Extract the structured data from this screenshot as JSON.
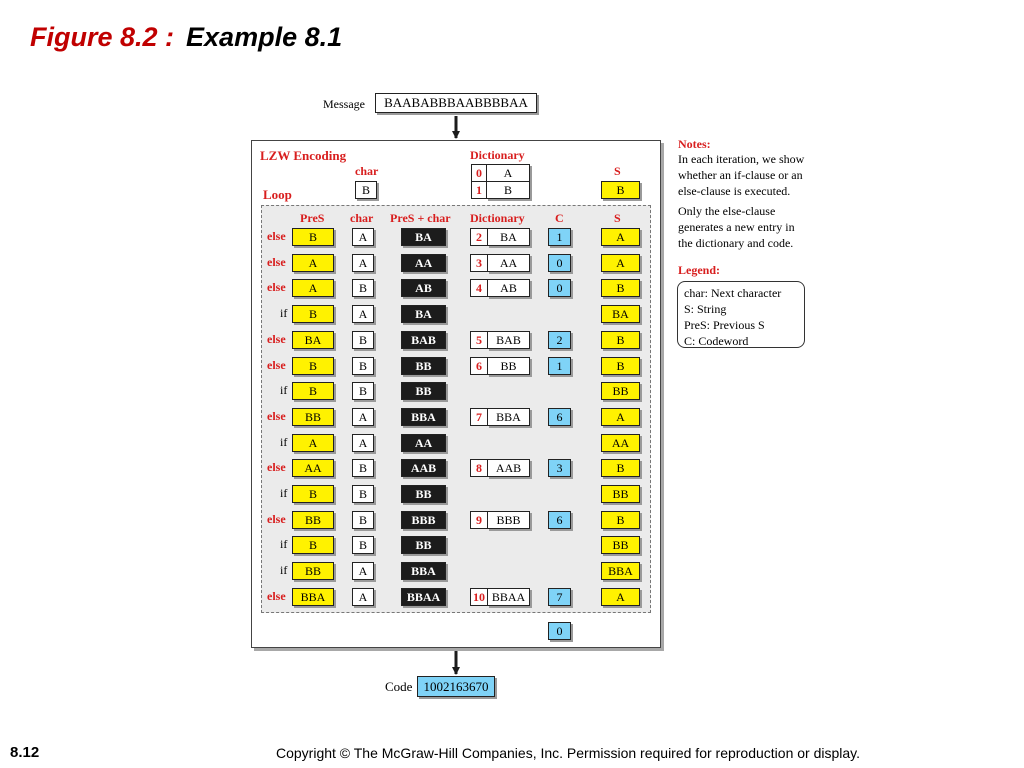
{
  "slide": {
    "title_part1": "Figure 8.2 :",
    "title_part2": "Example 8.1",
    "number": "8.12",
    "copyright": "Copyright © The McGraw-Hill Companies, Inc. Permission required for reproduction or display."
  },
  "diagram": {
    "message_label": "Message",
    "message_value": "BAABABBBAABBBBAA",
    "frame_title": "LZW Encoding",
    "loop_label": "Loop",
    "init": {
      "char_header": "char",
      "char_value": "B",
      "dictionary_header": "Dictionary",
      "dictionary": [
        {
          "index": "0",
          "entry": "A"
        },
        {
          "index": "1",
          "entry": "B"
        }
      ],
      "s_header": "S",
      "s_value": "B"
    },
    "columns": {
      "pres": "PreS",
      "char": "char",
      "pres_plus_char": "PreS + char",
      "dictionary": "Dictionary",
      "codeword": "C",
      "string": "S"
    },
    "rows": [
      {
        "clause": "else",
        "pres": "B",
        "char": "A",
        "combined": "BA",
        "dict_index": "2",
        "dict_entry": "BA",
        "code": "1",
        "s": "A"
      },
      {
        "clause": "else",
        "pres": "A",
        "char": "A",
        "combined": "AA",
        "dict_index": "3",
        "dict_entry": "AA",
        "code": "0",
        "s": "A"
      },
      {
        "clause": "else",
        "pres": "A",
        "char": "B",
        "combined": "AB",
        "dict_index": "4",
        "dict_entry": "AB",
        "code": "0",
        "s": "B"
      },
      {
        "clause": "if",
        "pres": "B",
        "char": "A",
        "combined": "BA",
        "s": "BA"
      },
      {
        "clause": "else",
        "pres": "BA",
        "char": "B",
        "combined": "BAB",
        "dict_index": "5",
        "dict_entry": "BAB",
        "code": "2",
        "s": "B"
      },
      {
        "clause": "else",
        "pres": "B",
        "char": "B",
        "combined": "BB",
        "dict_index": "6",
        "dict_entry": "BB",
        "code": "1",
        "s": "B"
      },
      {
        "clause": "if",
        "pres": "B",
        "char": "B",
        "combined": "BB",
        "s": "BB"
      },
      {
        "clause": "else",
        "pres": "BB",
        "char": "A",
        "combined": "BBA",
        "dict_index": "7",
        "dict_entry": "BBA",
        "code": "6",
        "s": "A"
      },
      {
        "clause": "if",
        "pres": "A",
        "char": "A",
        "combined": "AA",
        "s": "AA"
      },
      {
        "clause": "else",
        "pres": "AA",
        "char": "B",
        "combined": "AAB",
        "dict_index": "8",
        "dict_entry": "AAB",
        "code": "3",
        "s": "B"
      },
      {
        "clause": "if",
        "pres": "B",
        "char": "B",
        "combined": "BB",
        "s": "BB"
      },
      {
        "clause": "else",
        "pres": "BB",
        "char": "B",
        "combined": "BBB",
        "dict_index": "9",
        "dict_entry": "BBB",
        "code": "6",
        "s": "B"
      },
      {
        "clause": "if",
        "pres": "B",
        "char": "B",
        "combined": "BB",
        "s": "BB"
      },
      {
        "clause": "if",
        "pres": "BB",
        "char": "A",
        "combined": "BBA",
        "s": "BBA"
      },
      {
        "clause": "else",
        "pres": "BBA",
        "char": "A",
        "combined": "BBAA",
        "dict_index": "10",
        "dict_entry": "BBAA",
        "code": "7",
        "s": "A"
      }
    ],
    "final_code": "0",
    "code_label": "Code",
    "code_value": "1002163670"
  },
  "notes": {
    "heading": "Notes:",
    "line1": "In each iteration, we show",
    "line2": "whether an if-clause or an",
    "line3": "else-clause is executed.",
    "line4": "Only the else-clause",
    "line5": "generates a new entry in",
    "line6": "the dictionary and code."
  },
  "legend": {
    "heading": "Legend:",
    "items": [
      "char: Next character",
      "S: String",
      "PreS: Previous S",
      "C: Codeword"
    ]
  },
  "colors": {
    "accent_red": "#d81e1e",
    "title_red": "#c00000",
    "string_yellow": "#fff200",
    "code_blue": "#7fd3f7",
    "combined_black": "#1c1c1c"
  }
}
